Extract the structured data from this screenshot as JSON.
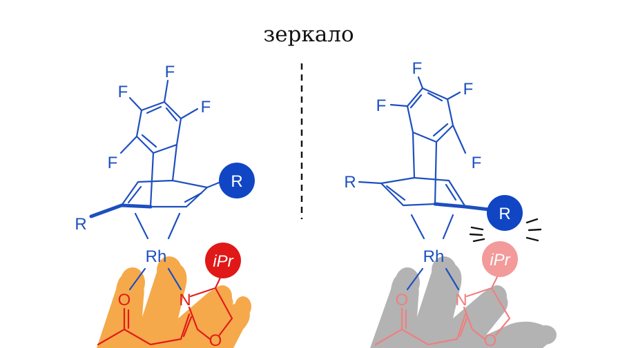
{
  "title": "зеркало",
  "left": {
    "f_labels": [
      "F",
      "F",
      "F",
      "F"
    ],
    "r_circle_label": "R",
    "r_plain_label": "R",
    "metal_label": "Rh",
    "ipr_label": "iPr",
    "n_label": "N",
    "o_ring_label": "O",
    "o_carbonyl_label": "O",
    "colors": {
      "ligand": "#1d4fbf",
      "oxazoline": "#e21b1b",
      "hand": "#f5a94a"
    }
  },
  "right": {
    "f_labels": [
      "F",
      "F",
      "F",
      "F"
    ],
    "r_circle_label": "R",
    "r_plain_label": "R",
    "metal_label": "Rh",
    "ipr_label": "iPr",
    "n_label": "N",
    "o_ring_label": "O",
    "o_carbonyl_label": "O",
    "colors": {
      "ligand": "#1d4fbf",
      "oxazoline": "#f07f7f",
      "hand": "#b3b3b3"
    }
  }
}
